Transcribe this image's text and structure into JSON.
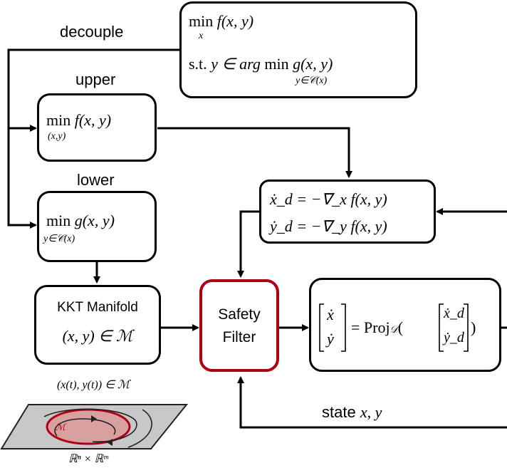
{
  "labels": {
    "decouple": "decouple",
    "upper": "upper",
    "lower": "lower",
    "state": "state",
    "state_vars": "x, y"
  },
  "problem": {
    "line1_op": "min",
    "line1_sub": "x",
    "line1_expr": "f(x, y)",
    "line2_prefix": "s.t.",
    "line2_expr_a": "y ∈ arg",
    "line2_op": "min",
    "line2_sub": "y∈𝒞(x)",
    "line2_expr_b": "g(x, y)"
  },
  "upper_box": {
    "op": "min",
    "sub": "(x,y)",
    "expr": "f(x, y)"
  },
  "lower_box": {
    "op": "min",
    "sub": "y∈𝒞(x)",
    "expr": "g(x, y)"
  },
  "gradient_box": {
    "line1": "ẋ_d = −∇_x f(x, y)",
    "line2": "ẏ_d = −∇_y f(x, y)"
  },
  "kkt_box": {
    "title": "KKT Manifold",
    "expr": "(x, y) ∈ ℳ"
  },
  "safety_box": {
    "line1": "Safety",
    "line2": "Filter"
  },
  "projection_box": {
    "lhs_top": "ẋ",
    "lhs_bottom": "ẏ",
    "eq": "= Proj",
    "proj_sub": "𝒟",
    "rhs_top": "ẋ_d",
    "rhs_bottom": "ẏ_d"
  },
  "manifold_illustration": {
    "caption_top": "(x(t), y(t)) ∈ ℳ",
    "caption_bottom": "ℝⁿ × ℝᵐ",
    "inner_label": "ℳ"
  },
  "colors": {
    "accent_red": "#b00016",
    "manifold_fill": "#d9a0a0",
    "plane_fill": "#c8c8c8"
  }
}
